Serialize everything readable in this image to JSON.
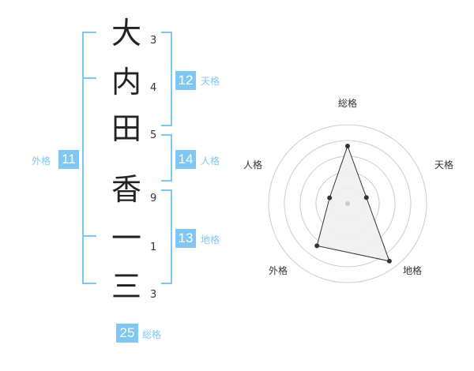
{
  "name_chars": [
    {
      "char": "大",
      "strokes": "3"
    },
    {
      "char": "内",
      "strokes": "4"
    },
    {
      "char": "田",
      "strokes": "5"
    },
    {
      "char": "香",
      "strokes": "9"
    },
    {
      "char": "一",
      "strokes": "1"
    },
    {
      "char": "三",
      "strokes": "3"
    }
  ],
  "fortune": {
    "tenkaku": {
      "value": "12",
      "label": "天格"
    },
    "jinkaku": {
      "value": "14",
      "label": "人格"
    },
    "chikaku": {
      "value": "13",
      "label": "地格"
    },
    "gaikaku": {
      "value": "11",
      "label": "外格"
    },
    "soukaku": {
      "value": "25",
      "label": "総格"
    }
  },
  "accent_color": "#7fc7f2",
  "radar": {
    "labels": {
      "top": "総格",
      "right": "天格",
      "bottom_right": "地格",
      "bottom_left": "外格",
      "left": "人格"
    },
    "scores": {
      "soukaku": 0.73,
      "tenkaku": 0.25,
      "chikaku": 0.9,
      "gaikaku": 0.66,
      "jinkaku": 0.24
    }
  }
}
